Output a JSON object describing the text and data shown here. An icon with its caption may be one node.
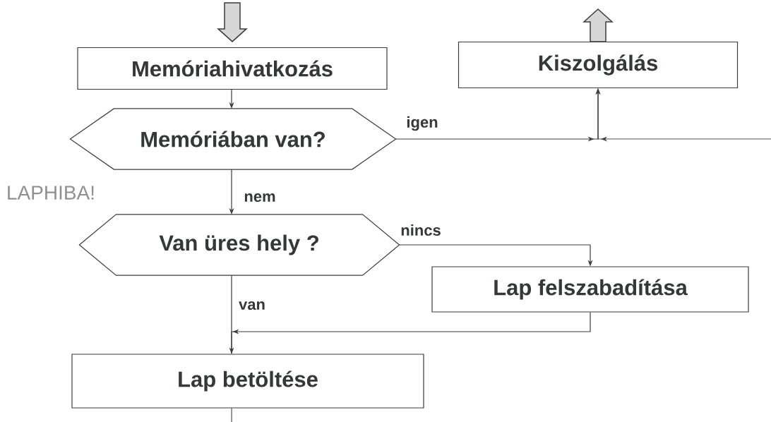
{
  "diagram": {
    "nodes": [
      {
        "text": [
          "Memóriahivatkozás"
        ]
      },
      {
        "text": [
          "Kiszolgálás"
        ]
      },
      {
        "text": [
          "Memóriában van?"
        ]
      },
      {
        "text": [
          "Van üres hely ?"
        ]
      },
      {
        "text": [
          "Lap felszabadítása"
        ]
      },
      {
        "text": [
          "Lap betöltése"
        ]
      }
    ],
    "edges": [
      {
        "from": null,
        "to": 0,
        "arrow": "to"
      },
      {
        "from": 1,
        "to": null,
        "arrow": "to"
      },
      {
        "from": 0,
        "to": 2,
        "arrow": "to"
      },
      {
        "from": 2,
        "to": 1,
        "arrow": "to",
        "label": "igen"
      },
      {
        "from": null,
        "to": 1,
        "arrow": "to"
      },
      {
        "from": 2,
        "to": 3,
        "arrow": "to",
        "label": "nem"
      },
      {
        "from": 3,
        "to": 4,
        "arrow": "to",
        "label": "nincs"
      },
      {
        "from": 4,
        "to": 5,
        "arrow": "to"
      },
      {
        "from": 3,
        "to": 5,
        "arrow": "none",
        "label": "van"
      },
      {
        "from": 5,
        "to": null,
        "arrow": "none"
      }
    ],
    "labels": [
      "LAPHIBA!"
    ]
  }
}
